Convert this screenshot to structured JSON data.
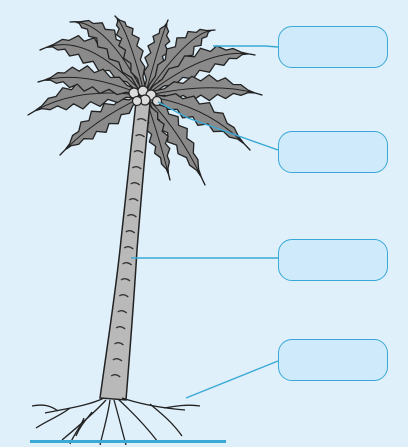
{
  "labels": [
    {
      "id": "leaves",
      "text": ""
    },
    {
      "id": "fruit",
      "text": ""
    },
    {
      "id": "trunk",
      "text": ""
    },
    {
      "id": "roots",
      "text": ""
    }
  ],
  "colors": {
    "background": "#dff0fb",
    "box_border": "#3aa9d6",
    "box_fill": "#cfeafb",
    "pointer_line": "#3aa9d6",
    "trunk": "#b9b9b9",
    "outline": "#222222",
    "leaf": "#8a8a8a"
  },
  "icons": [
    "palm-tree-illustration"
  ]
}
